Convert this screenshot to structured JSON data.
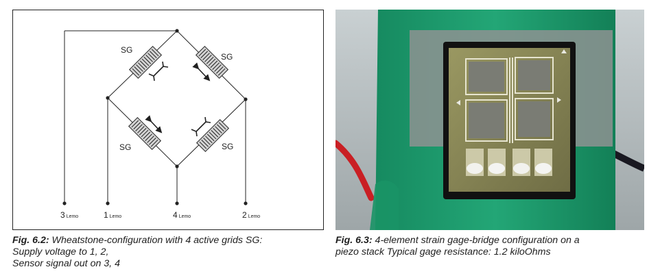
{
  "figure_left": {
    "gauge_label": "SG",
    "terminals": [
      {
        "number": "3",
        "sub": "Lemo"
      },
      {
        "number": "1",
        "sub": "Lemo"
      },
      {
        "number": "4",
        "sub": "Lemo"
      },
      {
        "number": "2",
        "sub": "Lemo"
      }
    ],
    "caption": {
      "label": "Fig. 6.2:",
      "line1": " Wheatstone-configuration with 4 active grids SG:",
      "line2": "Supply voltage to 1, 2,",
      "line3": "Sensor signal out on 3, 4"
    }
  },
  "figure_right": {
    "caption": {
      "label": "Fig. 6.3:",
      "line1": " 4-element strain gage-bridge configuration on a",
      "line2": "piezo stack Typical gage resistance: 1.2 kiloOhms"
    }
  },
  "colors": {
    "line": "#222222",
    "gauge_fill": "#cfcfcf",
    "stack_green": "#1e9a6e",
    "gage_black": "#111111",
    "gage_gold": "#8c8a5a",
    "wire_red": "#d6262a",
    "wire_black": "#1a1a22"
  }
}
